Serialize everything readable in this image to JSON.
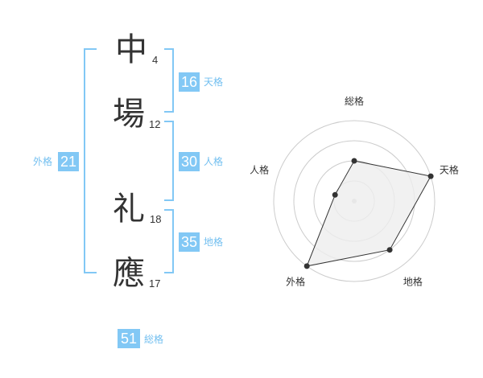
{
  "name": {
    "characters": [
      {
        "char": "中",
        "strokes": "4"
      },
      {
        "char": "場",
        "strokes": "12"
      },
      {
        "char": "礼",
        "strokes": "18"
      },
      {
        "char": "應",
        "strokes": "17"
      }
    ]
  },
  "fortune": {
    "tenkaku": {
      "value": "16",
      "label": "天格"
    },
    "jinkaku": {
      "value": "30",
      "label": "人格"
    },
    "chikaku": {
      "value": "35",
      "label": "地格"
    },
    "gaikaku": {
      "value": "21",
      "label": "外格"
    },
    "soukaku": {
      "value": "51",
      "label": "総格"
    }
  },
  "colors": {
    "accent": "#82c8f5",
    "label": "#72bff0",
    "text": "#333333"
  },
  "chart_data": {
    "type": "radar",
    "axes": [
      "総格",
      "天格",
      "地格",
      "外格",
      "人格"
    ],
    "values": [
      2,
      4,
      3,
      4,
      1
    ],
    "max": 4,
    "rings": 4,
    "fill_color": "#eeeeee",
    "line_color": "#333333",
    "ring_color": "#cccccc"
  }
}
